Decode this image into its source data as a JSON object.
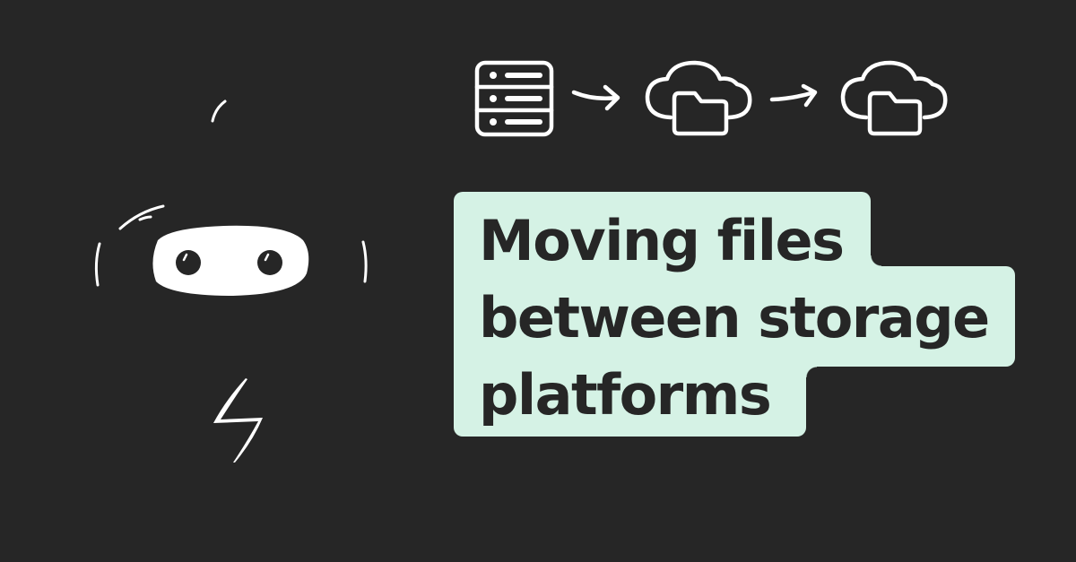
{
  "colors": {
    "background": "#262626",
    "highlight": "#d5f2e5",
    "headline_text": "#262626",
    "icon_stroke": "#ffffff"
  },
  "illustration": {
    "mascot": "masked-ninja-face",
    "icon_flow": [
      "server-icon",
      "arrow-right-icon",
      "cloud-folder-icon",
      "arrow-right-icon",
      "cloud-folder-icon"
    ]
  },
  "headline": {
    "lines": [
      "Moving files",
      "between storage",
      "platforms"
    ]
  }
}
